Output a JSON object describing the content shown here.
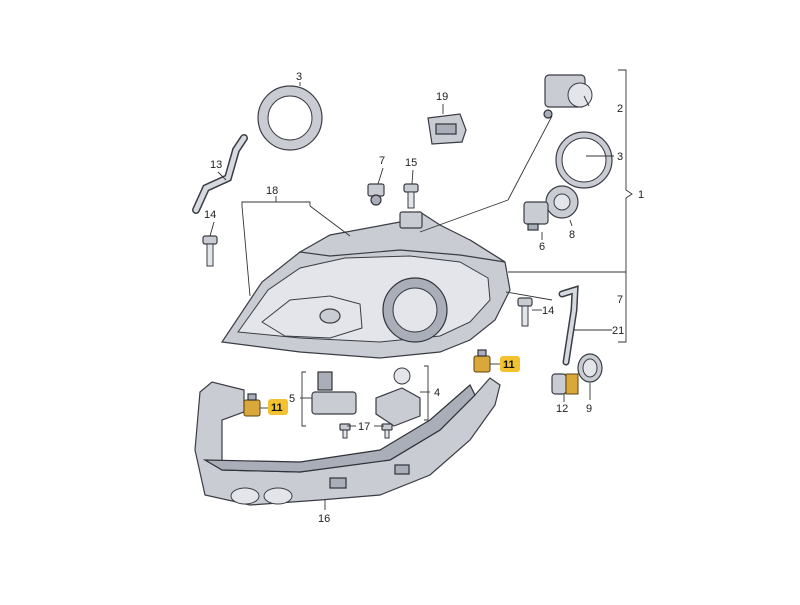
{
  "diagram": {
    "background": "#ffffff",
    "highlight_color": "#f2c230",
    "part_color": "#c9ccd3",
    "clip_color": "#d9a73a",
    "callouts": {
      "c1": "1",
      "c2": "2",
      "c3_top": "3",
      "c3_right": "3",
      "c4": "4",
      "c5": "5",
      "c6": "6",
      "c7_top": "7",
      "c7_right": "7",
      "c8": "8",
      "c9": "9",
      "c11_left": "11",
      "c11_right": "11",
      "c12": "12",
      "c13": "13",
      "c14_left": "14",
      "c14_right": "14",
      "c15": "15",
      "c16": "16",
      "c17": "17",
      "c18": "18",
      "c19": "19",
      "c21": "21"
    }
  }
}
